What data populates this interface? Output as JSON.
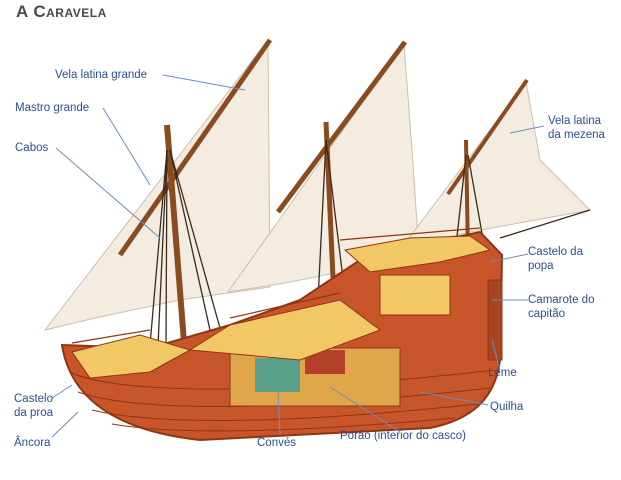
{
  "title": "A Caravela",
  "labels": {
    "vela_latina_grande": "Vela latina grande",
    "mastro_grande": "Mastro grande",
    "cabos": "Cabos",
    "vela_latina_mezena_1": "Vela latina",
    "vela_latina_mezena_2": "da mezena",
    "castelo_popa_1": "Castelo da",
    "castelo_popa_2": "popa",
    "camarote_1": "Camarote do",
    "camarote_2": "capitão",
    "leme": "Leme",
    "quilha": "Quilha",
    "porao": "Porão (interior do casco)",
    "conves": "Convés",
    "ancora": "Âncora",
    "castelo_proa_1": "Castelo",
    "castelo_proa_2": "da proa"
  },
  "colors": {
    "label": "#2a4f8f",
    "leader": "#6b8cc4",
    "hull": "#c8552a",
    "hull_dark": "#8e3515",
    "deck": "#f2c766",
    "sail": "#f4ece0",
    "mast": "#8a4b1f"
  }
}
